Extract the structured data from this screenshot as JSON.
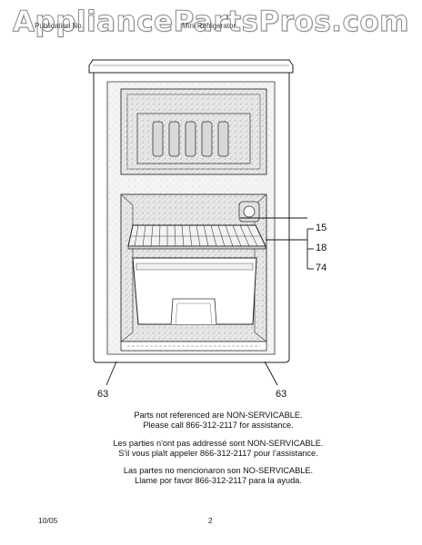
{
  "watermark": "AppliancePartsPros.com",
  "header": {
    "left": "Publication No.",
    "right": "Mini Refrigerator"
  },
  "callouts": {
    "c15": "15",
    "c18": "18",
    "c74": "74",
    "c63_left": "63",
    "c63_right": "63"
  },
  "notes": {
    "en_line1": "Parts not referenced are NON-SERVICABLE.",
    "en_line2": "Please call 866-312-2117 for assistance.",
    "fr_line1": "Les parties n'ont pas addressé sont NON-SERVICABLE.",
    "fr_line2": "S'il vous plaît appeler 866-312-2117 pour l'assistance.",
    "es_line1": "Las partes no mencionaron son NO-SERVICABLE.",
    "es_line2": "Llame por favor 866-312-2117 para la ayuda."
  },
  "footer": {
    "date": "10/05",
    "page": "2"
  }
}
